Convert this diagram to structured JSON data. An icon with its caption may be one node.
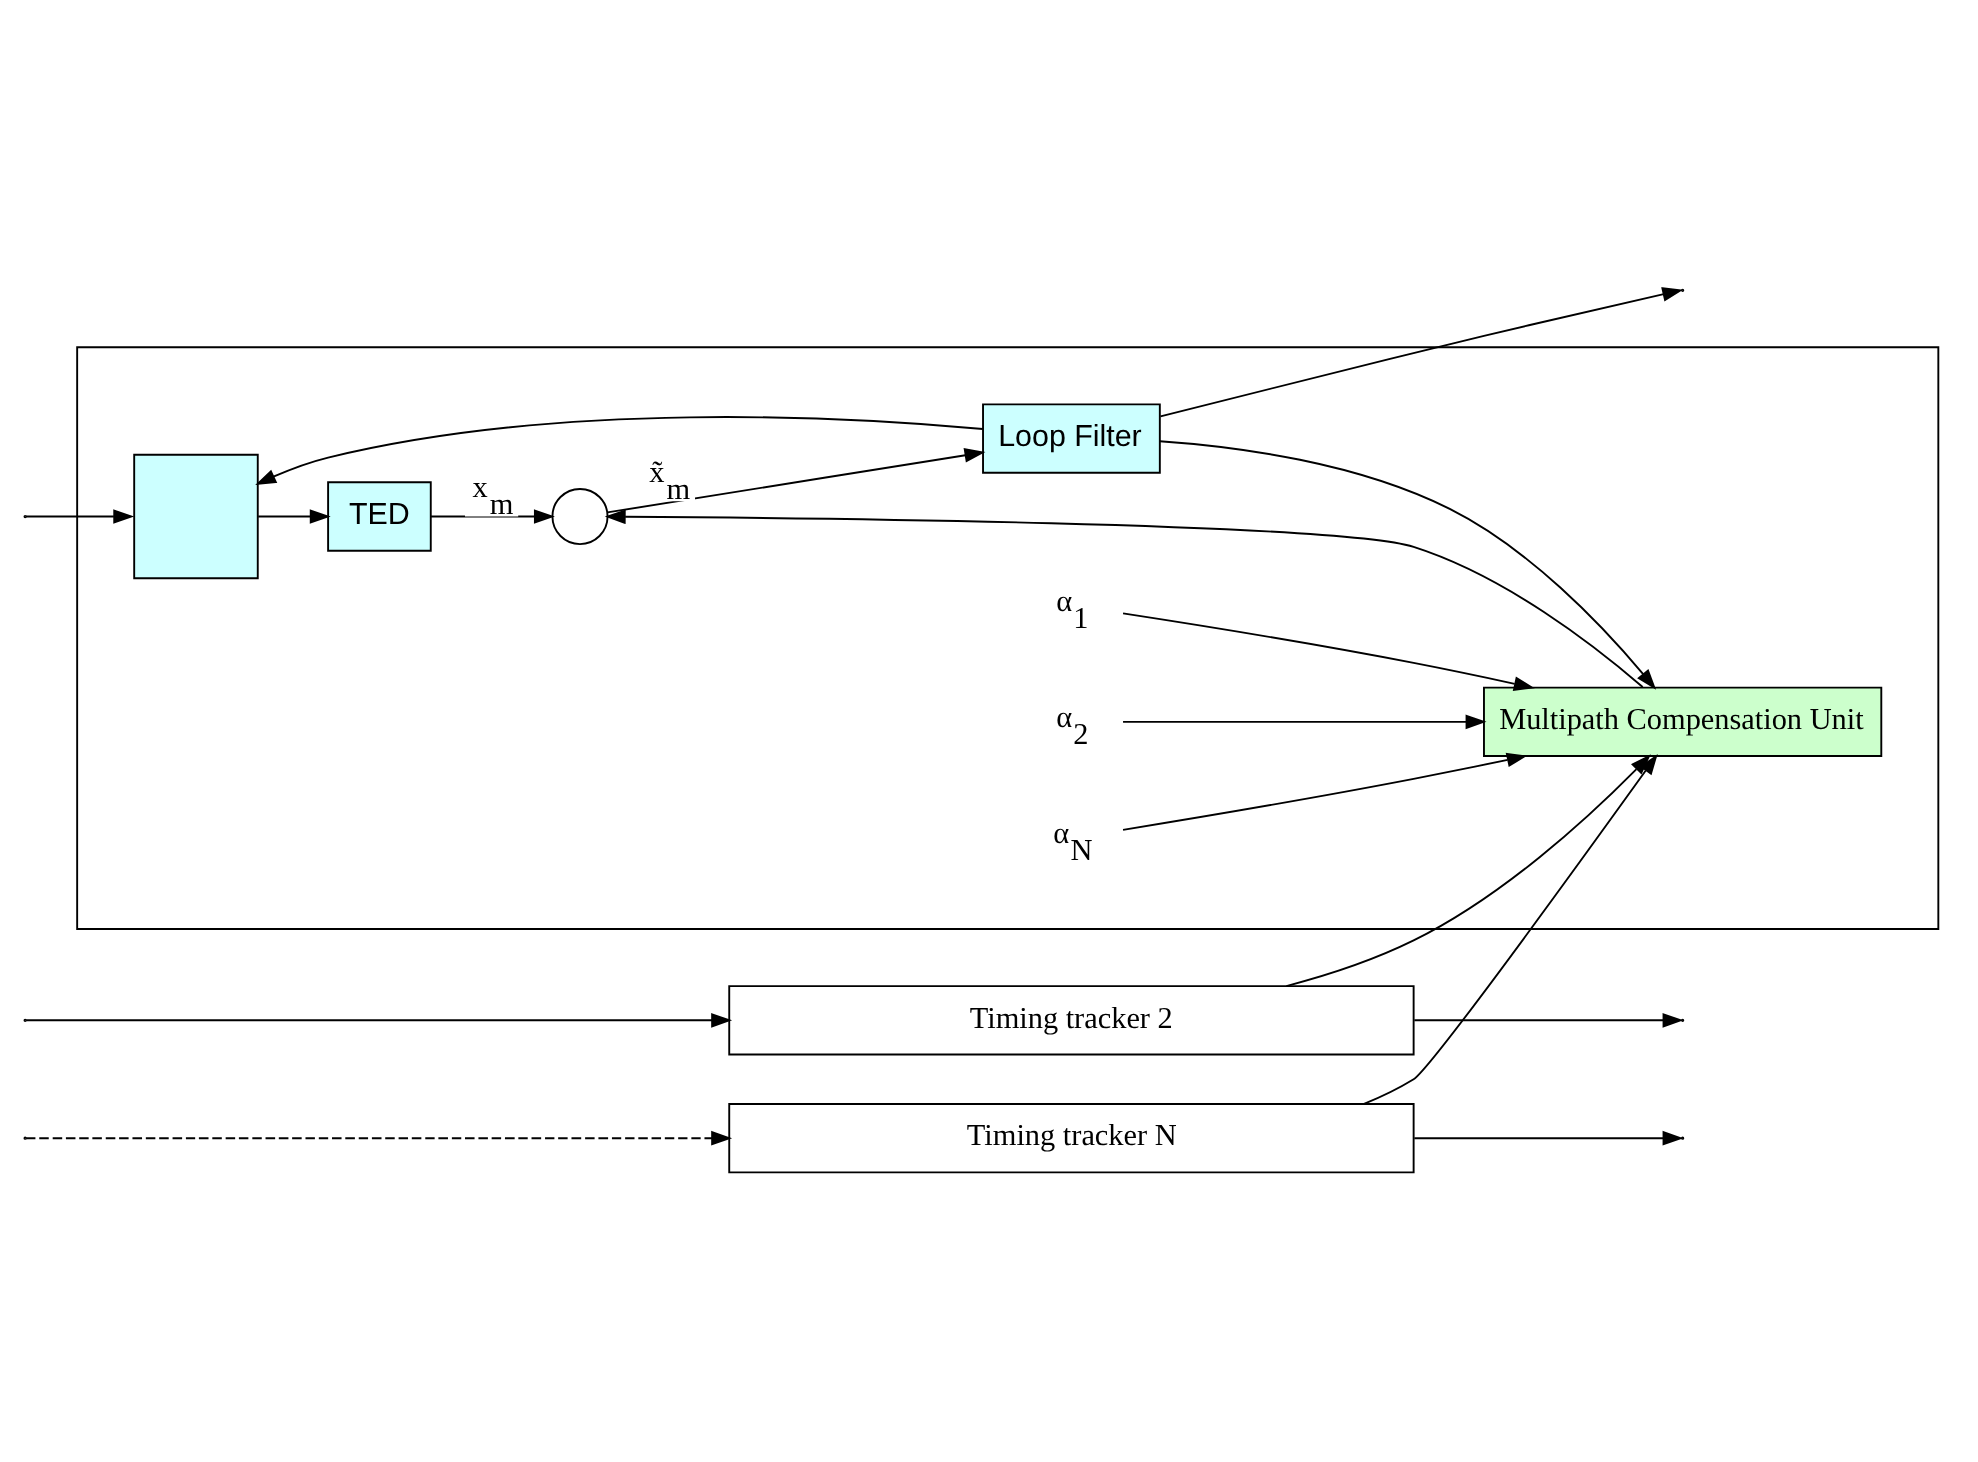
{
  "diagram": {
    "nodes": [
      {
        "text": [],
        "shape": "box"
      },
      {
        "text": [],
        "shape": "box",
        "in": 0
      },
      {
        "text": [
          "TED"
        ],
        "in": 0
      },
      {
        "text": [],
        "shape": "circle",
        "in": 0
      },
      {
        "text": [
          "Loop Filter"
        ],
        "in": 0
      },
      {
        "text": [
          "Multipath Compensation Unit"
        ],
        "in": 0
      },
      {
        "text": [
          "α$_{1}$"
        ],
        "in": 0
      },
      {
        "text": [
          "α$_{2}$"
        ],
        "in": 0
      },
      {
        "text": [
          "α$_{N}$"
        ],
        "in": 0
      },
      {
        "text": [
          "Timing tracker 2"
        ]
      },
      {
        "text": [
          "Timing tracker N"
        ]
      }
    ],
    "edges": [
      {
        "from": null,
        "to": 1,
        "arrow": "to"
      },
      {
        "from": null,
        "to": 9,
        "arrow": "to"
      },
      {
        "from": null,
        "to": 10,
        "arrow": "to",
        "style": "dashed"
      },
      {
        "from": 1,
        "to": 2,
        "arrow": "to"
      },
      {
        "from": 2,
        "to": 3,
        "arrow": "to",
        "label": "x$_{m}$"
      },
      {
        "from": 3,
        "to": 4,
        "arrow": "to",
        "label": "x̃$_{m}$"
      },
      {
        "from": 5,
        "to": 3,
        "arrow": "to"
      },
      {
        "from": 4,
        "to": 1,
        "arrow": "to"
      },
      {
        "from": 4,
        "to": null,
        "arrow": "to"
      },
      {
        "from": 4,
        "to": 5,
        "arrow": "to"
      },
      {
        "from": 6,
        "to": 5,
        "arrow": "to"
      },
      {
        "from": 7,
        "to": 5,
        "arrow": "to"
      },
      {
        "from": 8,
        "to": 5,
        "arrow": "to"
      },
      {
        "from": 9,
        "to": 5,
        "arrow": "to"
      },
      {
        "from": 10,
        "to": 5,
        "arrow": "to"
      },
      {
        "from": 9,
        "to": null,
        "arrow": "to"
      },
      {
        "from": 10,
        "to": null,
        "arrow": "to"
      }
    ]
  }
}
